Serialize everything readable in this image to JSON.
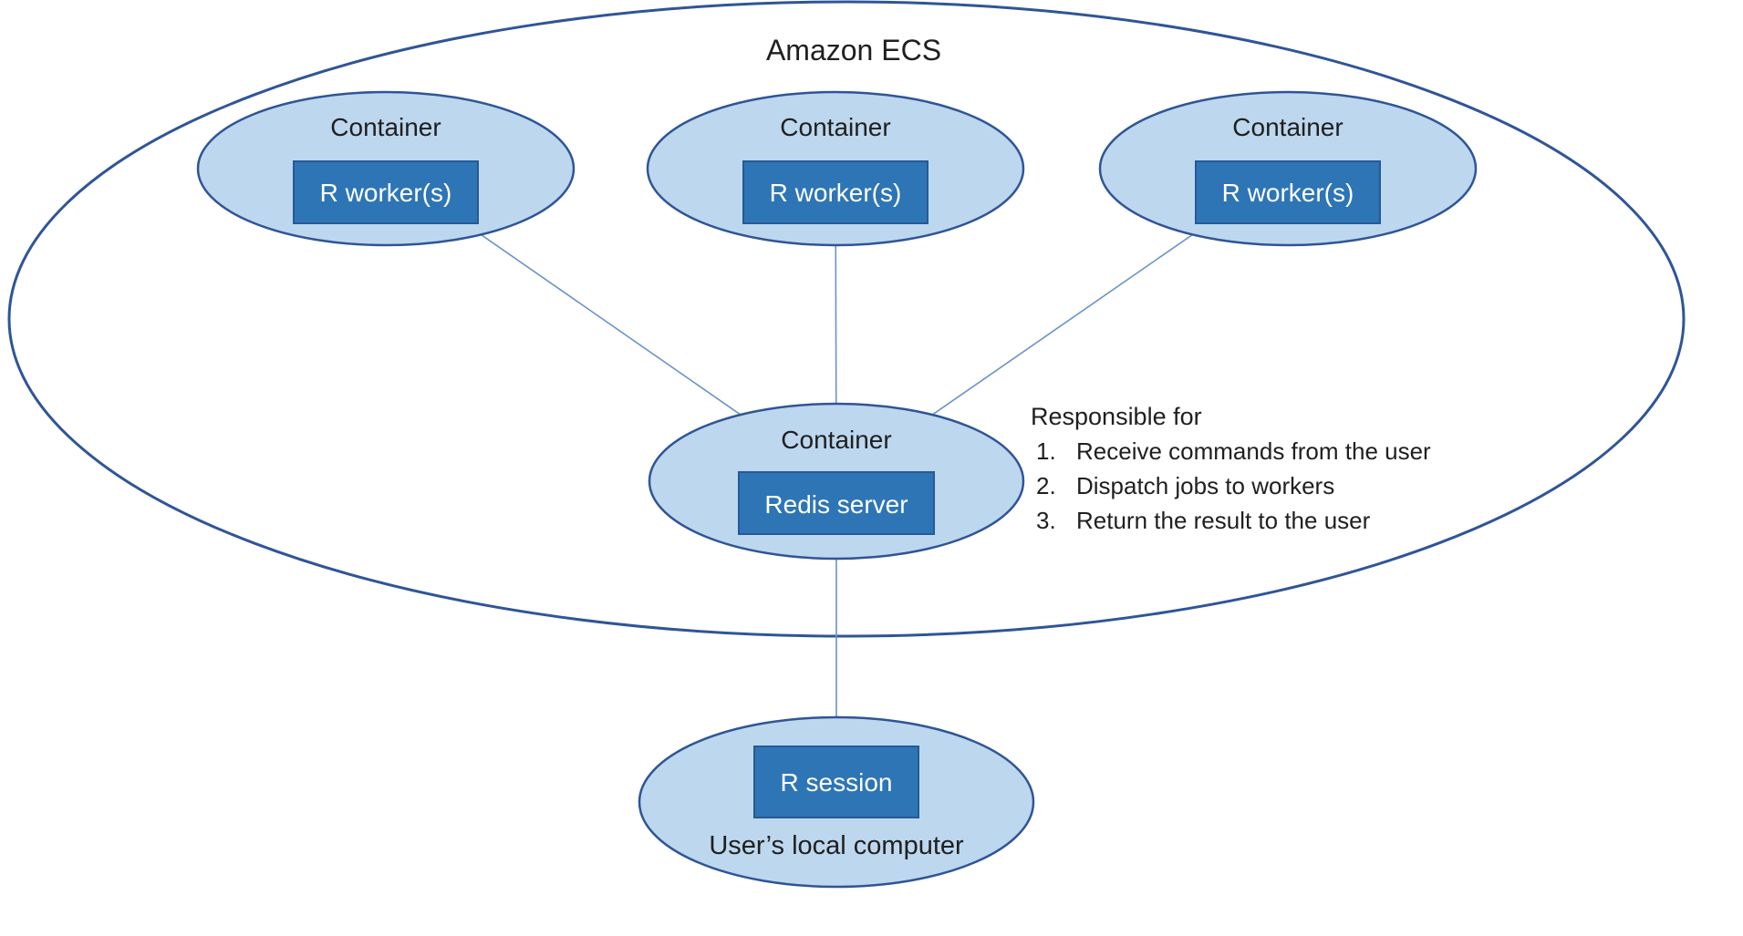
{
  "diagram": {
    "cloud_label": "Amazon ECS",
    "workers": [
      {
        "label": "Container",
        "box_label": "R worker(s)"
      },
      {
        "label": "Container",
        "box_label": "R worker(s)"
      },
      {
        "label": "Container",
        "box_label": "R worker(s)"
      }
    ],
    "redis": {
      "label": "Container",
      "box_label": "Redis server"
    },
    "local": {
      "label": "User’s local computer",
      "box_label": "R session"
    },
    "responsibilities": {
      "heading": "Responsible for",
      "items": [
        {
          "num": "1.",
          "text": "Receive commands from the user"
        },
        {
          "num": "2.",
          "text": "Dispatch jobs to workers"
        },
        {
          "num": "3.",
          "text": "Return the result to the user"
        }
      ]
    }
  },
  "colors": {
    "node_fill": "#BDD7EE",
    "node_stroke": "#2F5597",
    "box_fill": "#2E75B6",
    "box_stroke": "#255A96",
    "connector": "#6C92C8",
    "text": "#1f1f1f",
    "box_text": "#FFFFFF",
    "background": "#FFFFFF"
  }
}
